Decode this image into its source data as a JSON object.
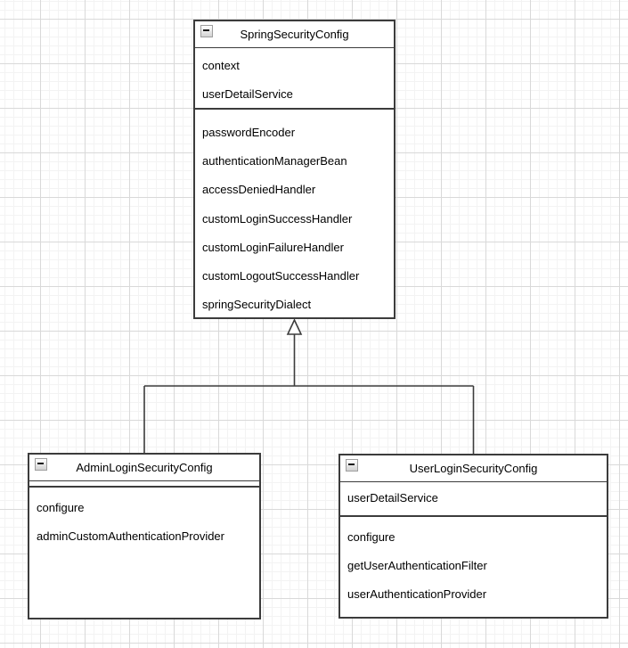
{
  "diagram": {
    "kind": "uml-class-diagram",
    "classes": {
      "parent": {
        "title": "SpringSecurityConfig",
        "attributes": [
          "context",
          "userDetailService"
        ],
        "methods": [
          "passwordEncoder",
          "authenticationManagerBean",
          "accessDeniedHandler",
          "customLoginSuccessHandler",
          "customLoginFailureHandler",
          "customLogoutSuccessHandler",
          "springSecurityDialect"
        ]
      },
      "admin": {
        "title": "AdminLoginSecurityConfig",
        "attributes": [],
        "methods": [
          "configure",
          "adminCustomAuthenticationProvider"
        ]
      },
      "user": {
        "title": "UserLoginSecurityConfig",
        "attributes": [
          "userDetailService"
        ],
        "methods": [
          "configure",
          "getUserAuthenticationFilter",
          "userAuthenticationProvider"
        ]
      }
    },
    "relations": [
      {
        "type": "inheritance-generalization",
        "from": [
          "AdminLoginSecurityConfig",
          "UserLoginSecurityConfig"
        ],
        "to": "SpringSecurityConfig",
        "marker": "hollow-triangle"
      }
    ],
    "icons": {
      "collapse": "minus-square"
    },
    "colors": {
      "box_border": "#3c3c3c",
      "box_fill": "#ffffff",
      "grid_fine": "#f3f3f3",
      "grid_heavy": "#d9d9d9",
      "text": "#000000"
    }
  }
}
